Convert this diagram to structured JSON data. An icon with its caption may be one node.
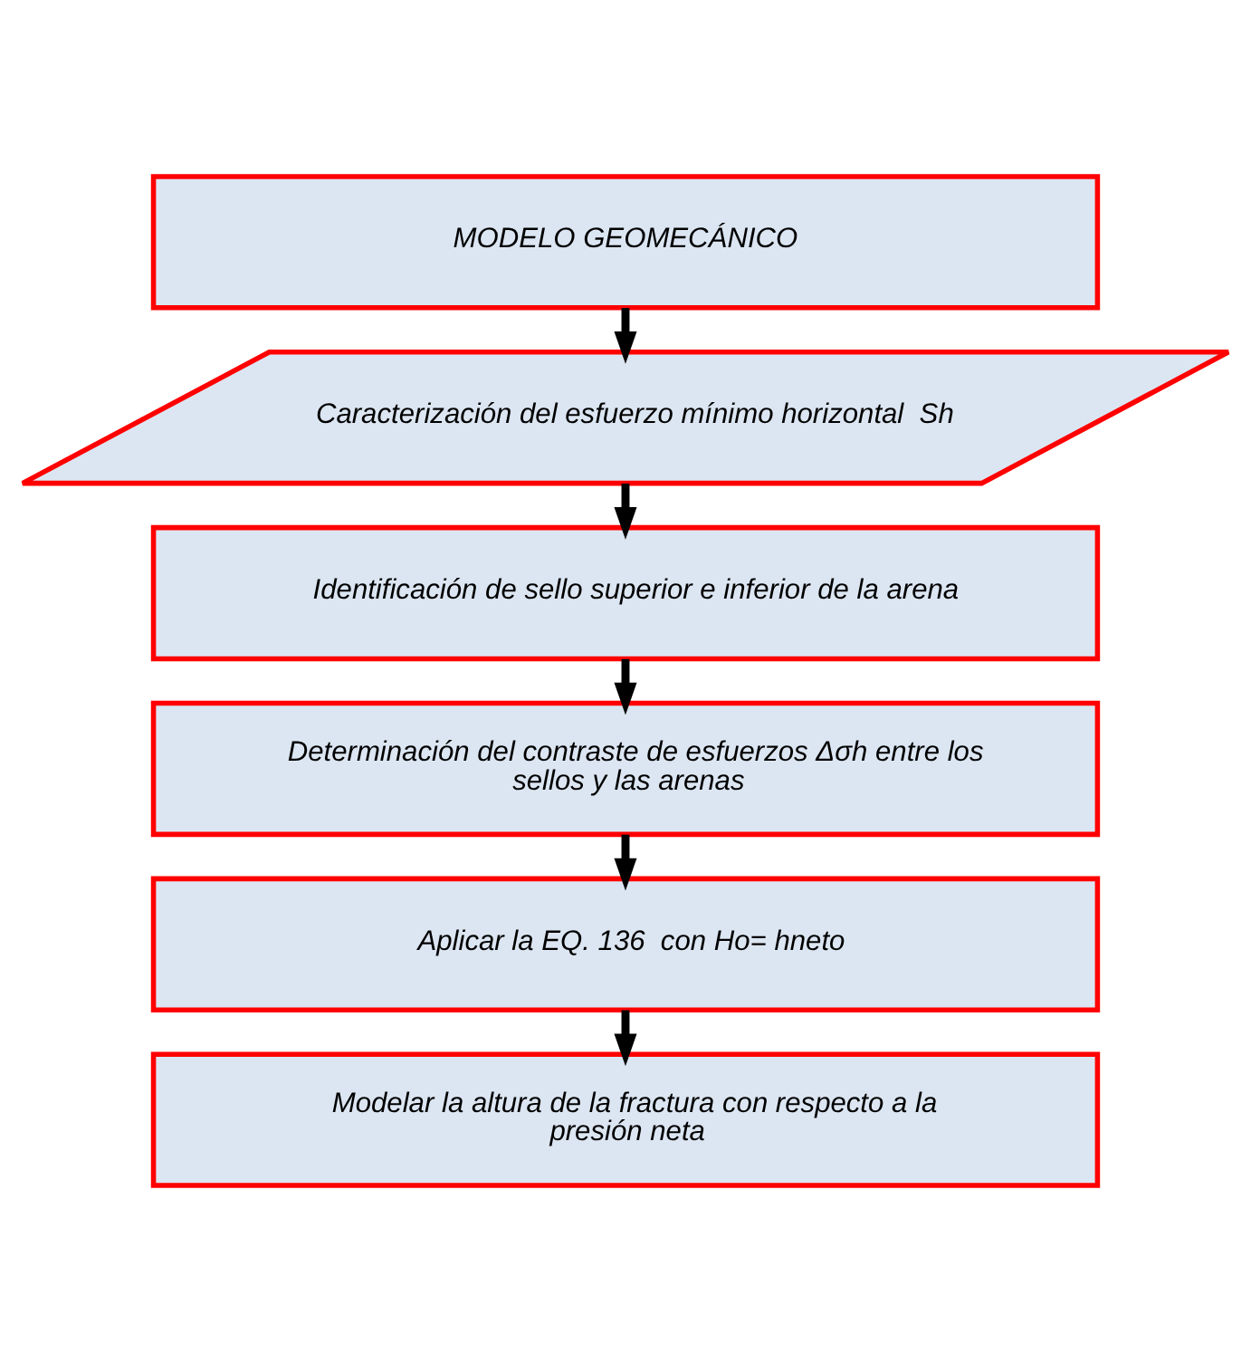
{
  "diagram": {
    "nodes": [
      {
        "text": [
          "MODELO GEOMECÁNICO"
        ]
      },
      {
        "text": [
          "Caracterización del esfuerzo mínimo horizontal  Sh"
        ]
      },
      {
        "text": [
          "Identificación de sello superior e inferior de la arena"
        ]
      },
      {
        "text": [
          "Determinación del contraste de esfuerzos Δσh entre los sellos y las arenas"
        ]
      },
      {
        "text": [
          "Aplicar la EQ. 136  con Ho= hneto"
        ]
      },
      {
        "text": [
          "Modelar la altura de la fractura con respecto a la presión neta"
        ]
      }
    ],
    "edges": [
      {
        "from": 0,
        "to": 1,
        "arrow": "to"
      },
      {
        "from": 1,
        "to": 2,
        "arrow": "to"
      },
      {
        "from": 2,
        "to": 3,
        "arrow": "to"
      },
      {
        "from": 3,
        "to": 4,
        "arrow": "to"
      },
      {
        "from": 4,
        "to": 5,
        "arrow": "to"
      }
    ]
  }
}
